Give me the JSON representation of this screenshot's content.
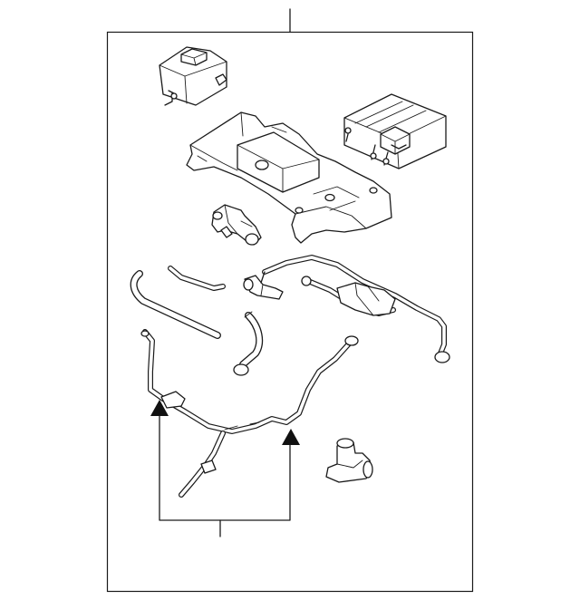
{
  "diagram": {
    "colors": {
      "line": "#1a1a1a",
      "background": "#ffffff",
      "arrow": "#111111"
    },
    "parts": [
      {
        "id": "reservoir-tank",
        "icon": "tank-icon"
      },
      {
        "id": "vapor-canister",
        "icon": "canister-icon"
      },
      {
        "id": "mounting-bracket",
        "icon": "bracket-icon"
      },
      {
        "id": "purge-valve",
        "icon": "valve-icon"
      },
      {
        "id": "curved-hose-left",
        "icon": "hose-icon"
      },
      {
        "id": "short-tube",
        "icon": "tube-icon"
      },
      {
        "id": "small-connector",
        "icon": "connector-icon"
      },
      {
        "id": "vapor-tube-assembly",
        "icon": "tube-assembly-icon"
      },
      {
        "id": "elbow-hose",
        "icon": "hose-icon"
      },
      {
        "id": "vent-hose-assembly",
        "icon": "hose-icon"
      },
      {
        "id": "elbow-fitting",
        "icon": "fitting-icon"
      }
    ]
  }
}
